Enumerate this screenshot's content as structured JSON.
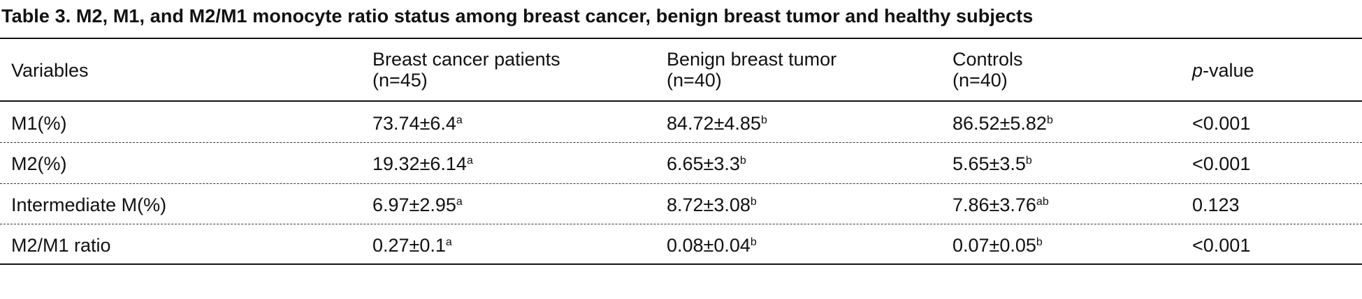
{
  "table": {
    "caption": "Table 3. M2, M1, and M2/M1 monocyte ratio status among breast cancer, benign breast tumor and healthy subjects",
    "headers": {
      "variables": "Variables",
      "breast_cancer": {
        "line1": "Breast cancer patients",
        "line2": "(n=45)"
      },
      "benign": {
        "line1": "Benign breast tumor",
        "line2": "(n=40)"
      },
      "controls": {
        "line1": "Controls",
        "line2": "(n=40)"
      },
      "pvalue": {
        "italic": "p",
        "rest": "-value"
      }
    },
    "rows": [
      {
        "variable": "M1(%)",
        "breast_cancer": {
          "value": "73.74±6.4",
          "sup": "a"
        },
        "benign": {
          "value": "84.72±4.85",
          "sup": "b"
        },
        "controls": {
          "value": "86.52±5.82",
          "sup": "b"
        },
        "pvalue": "<0.001"
      },
      {
        "variable": "M2(%)",
        "breast_cancer": {
          "value": "19.32±6.14",
          "sup": "a"
        },
        "benign": {
          "value": "6.65±3.3",
          "sup": "b"
        },
        "controls": {
          "value": "5.65±3.5",
          "sup": "b"
        },
        "pvalue": "<0.001"
      },
      {
        "variable": "Intermediate M(%)",
        "breast_cancer": {
          "value": "6.97±2.95",
          "sup": "a"
        },
        "benign": {
          "value": "8.72±3.08",
          "sup": "b"
        },
        "controls": {
          "value": "7.86±3.76",
          "sup": "ab"
        },
        "pvalue": "0.123"
      },
      {
        "variable": "M2/M1 ratio",
        "breast_cancer": {
          "value": "0.27±0.1",
          "sup": "a"
        },
        "benign": {
          "value": "0.08±0.04",
          "sup": "b"
        },
        "controls": {
          "value": "0.07±0.05",
          "sup": "b"
        },
        "pvalue": "<0.001"
      }
    ]
  }
}
